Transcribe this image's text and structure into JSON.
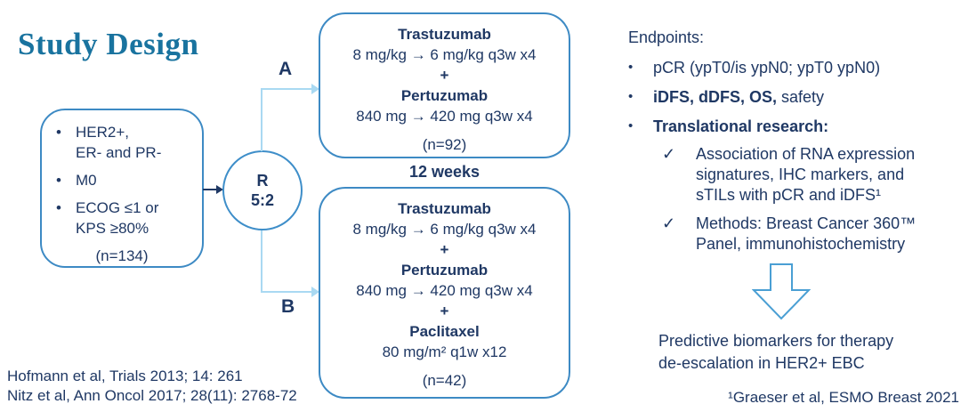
{
  "title": "Study Design",
  "colors": {
    "navy_text": "#1f3864",
    "title_teal": "#19739f",
    "box_border": "#3d8ac4",
    "connector_light_blue": "#a9d9f2",
    "arrow_outline": "#4a9fd4"
  },
  "eligibility": {
    "bullet_glyph": "•",
    "bullets": [
      "HER2+,\nER- and PR-",
      "M0",
      "ECOG ≤1 or\nKPS ≥80%"
    ],
    "n_label": "(n=134)"
  },
  "randomization": {
    "label": "R\n5:2"
  },
  "arms": {
    "duration_label": "12 weeks",
    "a": {
      "label": "A",
      "drug1": "Trastuzumab",
      "dose1": "8 mg/kg → 6 mg/kg q3w x4",
      "plus1": "+",
      "drug2": "Pertuzumab",
      "dose2": "840 mg → 420 mg q3w x4",
      "n_label": "(n=92)"
    },
    "b": {
      "label": "B",
      "drug1": "Trastuzumab",
      "dose1": "8 mg/kg → 6 mg/kg q3w x4",
      "plus1": "+",
      "drug2": "Pertuzumab",
      "dose2": "840 mg → 420 mg q3w x4",
      "plus2": "+",
      "drug3": "Paclitaxel",
      "dose3": "80 mg/m² q1w x12",
      "n_label": "(n=42)"
    }
  },
  "endpoints": {
    "heading": "Endpoints:",
    "bullet_glyph": "•",
    "check_glyph": "✓",
    "bullets": [
      {
        "segments": [
          {
            "text": "pCR (ypT0/is ypN0; ypT0 ypN0)",
            "bold": false
          }
        ]
      },
      {
        "segments": [
          {
            "text": "iDFS, dDFS, OS,",
            "bold": true
          },
          {
            "text": " safety",
            "bold": false
          }
        ]
      },
      {
        "segments": [
          {
            "text": "Translational research:",
            "bold": true
          }
        ]
      }
    ],
    "checks": [
      "Association of RNA expression signatures, IHC markers, and sTILs with pCR and iDFS¹",
      "Methods: Breast Cancer 360™ Panel, immunohistochemistry"
    ]
  },
  "conclusion": {
    "text": "Predictive biomarkers for therapy\nde-escalation in HER2+ EBC"
  },
  "footnote": "¹Graeser et al, ESMO Breast 2021",
  "citations": [
    "Hofmann et al, Trials 2013; 14: 261",
    "Nitz et al, Ann Oncol 2017; 28(11): 2768-72"
  ]
}
